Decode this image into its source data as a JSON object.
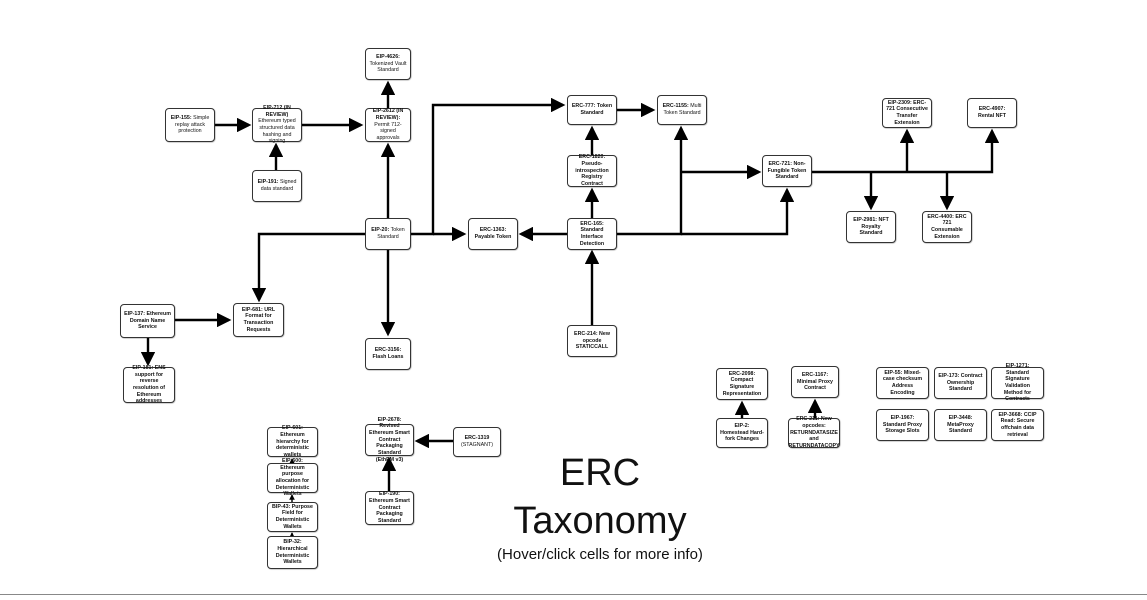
{
  "diagram": {
    "title_line1": "ERC",
    "title_line2": "Taxonomy",
    "subtitle": "(Hover/click cells for more info)",
    "nodes": [
      {
        "id": "eip155",
        "label": "EIP-155:",
        "text": " Simple replay attack protection"
      },
      {
        "id": "eip712",
        "label": "EIP-712 (IN REVIEW)",
        "text": " Ethereum typed structured data hashing and signing"
      },
      {
        "id": "eip191",
        "label": "EIP-191:",
        "text": " Signed data standard"
      },
      {
        "id": "eip4626",
        "label": "EIP-4626:",
        "text": " Tokenized Vault Standard"
      },
      {
        "id": "eip2612",
        "label": "EIP-2612 (IN REVIEW):",
        "text": " Permit 712-signed approvals"
      },
      {
        "id": "erc777",
        "label": "ERC-777: Token Standard",
        "text": ""
      },
      {
        "id": "erc1155",
        "label": "ERC-1155:",
        "text": " Multi Token Standard"
      },
      {
        "id": "erc1820",
        "label": "ERC-1820: Pseudo-introspection Registry Contract",
        "text": ""
      },
      {
        "id": "erc721",
        "label": "ERC-721: Non-Fungible Token Standard",
        "text": ""
      },
      {
        "id": "eip2309",
        "label": "EIP-2309: ERC-721 Consecutive Transfer Extension",
        "text": ""
      },
      {
        "id": "erc4907",
        "label": "ERC-4907: Rental NFT",
        "text": ""
      },
      {
        "id": "eip2981",
        "label": "EIP-2981: NFT Royalty Standard",
        "text": ""
      },
      {
        "id": "erc4400",
        "label": "ERC-4400: ERC 721 Consumable Extension",
        "text": ""
      },
      {
        "id": "eip20",
        "label": "EIP-20:",
        "text": " Token Standard"
      },
      {
        "id": "erc1363",
        "label": "ERC-1363: Payable Token",
        "text": ""
      },
      {
        "id": "erc165",
        "label": "ERC-165: Standard Interface Detection",
        "text": ""
      },
      {
        "id": "eip137",
        "label": "EIP-137: Ethereum Domain Name Service",
        "text": ""
      },
      {
        "id": "eip681",
        "label": "EIP-681: URL Format for Transaction Requests",
        "text": ""
      },
      {
        "id": "erc3156",
        "label": "ERC-3156: Flash Loans",
        "text": ""
      },
      {
        "id": "erc214",
        "label": "ERC-214: New opcode STATICCALL",
        "text": ""
      },
      {
        "id": "eip181",
        "label": "EIP-181: ENS support for reverse resolution of Ethereum addresses",
        "text": ""
      },
      {
        "id": "erc2098",
        "label": "ERC-2098: Compact Signature Representation",
        "text": ""
      },
      {
        "id": "erc1167",
        "label": "ERC-1167: Minimal Proxy Contract",
        "text": ""
      },
      {
        "id": "eip2",
        "label": "EIP-2: Homestead Hard-fork Changes",
        "text": ""
      },
      {
        "id": "erc211",
        "label": "ERC-211: New opcodes: RETURNDATASIZE and RETURNDATACOPY",
        "text": ""
      },
      {
        "id": "eip55",
        "label": "EIP-55: Mixed-case checksum Address Encoding",
        "text": ""
      },
      {
        "id": "eip173",
        "label": "EIP-173: Contract Ownership Standard",
        "text": ""
      },
      {
        "id": "eip1271",
        "label": "EIP-1271: Standard Signature Validation Method for Contracts",
        "text": ""
      },
      {
        "id": "eip1967",
        "label": "EIP-1967: Standard Proxy Storage Slots",
        "text": ""
      },
      {
        "id": "eip3448",
        "label": "EIP-3448: MetaProxy Standard",
        "text": ""
      },
      {
        "id": "eip3668",
        "label": "EIP-3668: CCIP Read: Secure offchain data retrieval",
        "text": ""
      },
      {
        "id": "eip601",
        "label": "EIP-601: Ethereum hierarchy for deterministic wallets",
        "text": ""
      },
      {
        "id": "eip600",
        "label": "EIP-600: Ethereum purpose allocation for Deterministic Wallets",
        "text": ""
      },
      {
        "id": "bip43",
        "label": "BIP-43: Purpose Field for Deterministic Wallets",
        "text": ""
      },
      {
        "id": "bip32",
        "label": "BIP-32: Hierarchical Deterministic Wallets",
        "text": ""
      },
      {
        "id": "eip2678",
        "label": "EIP-2678: Revised Ethereum Smart Contract Packaging Standard (EthPM v3)",
        "text": ""
      },
      {
        "id": "erc1319",
        "label": "ERC-1319",
        "text": " (STAGNANT)"
      },
      {
        "id": "eip190",
        "label": "EIP-190: Ethereum Smart Contract Packaging Standard",
        "text": ""
      }
    ]
  }
}
